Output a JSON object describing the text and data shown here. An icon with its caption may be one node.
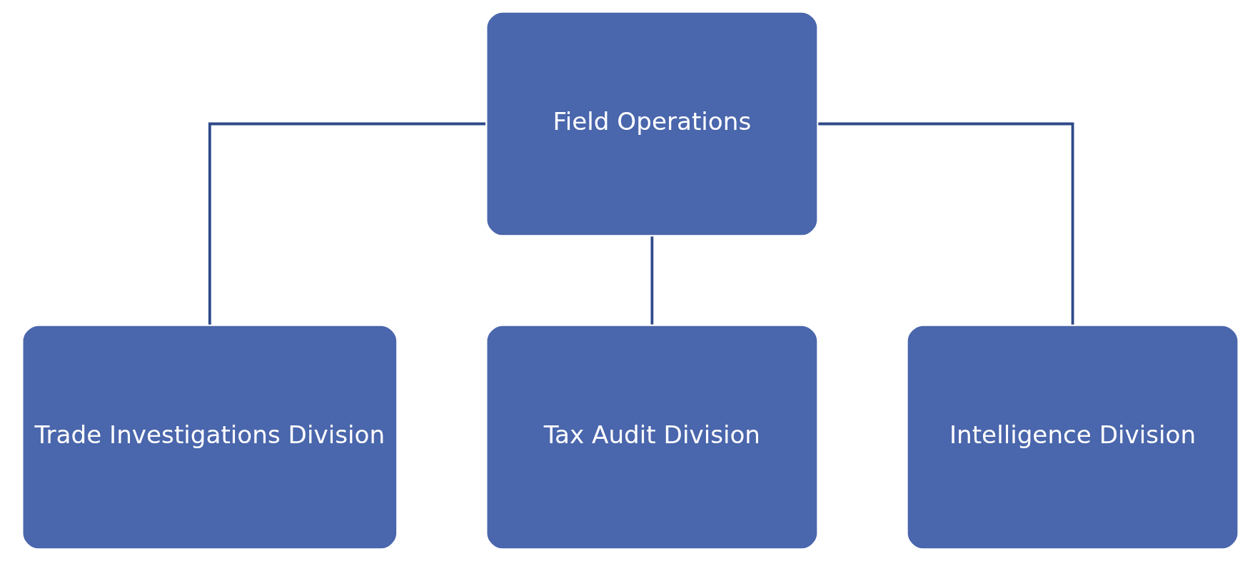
{
  "diagram": {
    "nodes": [
      {
        "text": [
          "Field Operations"
        ]
      },
      {
        "text": [
          "Trade Investigations Division"
        ]
      },
      {
        "text": [
          "Tax Audit Division"
        ]
      },
      {
        "text": [
          "Intelligence Division"
        ]
      }
    ],
    "edges": [
      {
        "from": 0,
        "to": 1,
        "arrow": "none"
      },
      {
        "from": 0,
        "to": 2,
        "arrow": "none"
      },
      {
        "from": 0,
        "to": 3,
        "arrow": "none"
      }
    ]
  }
}
